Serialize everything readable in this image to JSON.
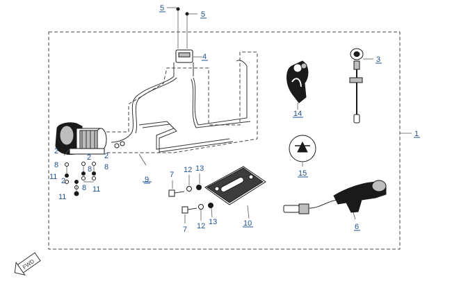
{
  "diagram": {
    "callouts": {
      "c1": "1",
      "c2a": "2",
      "c2b": "2",
      "c2c": "2",
      "c2d": "2",
      "c3": "3",
      "c4": "4",
      "c5a": "5",
      "c5b": "5",
      "c6": "6",
      "c7a": "7",
      "c7b": "7",
      "c8a": "8",
      "c8b": "8",
      "c8c": "8",
      "c8d": "8",
      "c9": "9",
      "c10": "10",
      "c11a": "11",
      "c11b": "11",
      "c11c": "11",
      "c12a": "12",
      "c12b": "12",
      "c13a": "13",
      "c13b": "13",
      "c14": "14",
      "c15": "15"
    },
    "direction_badge": "FWD"
  }
}
